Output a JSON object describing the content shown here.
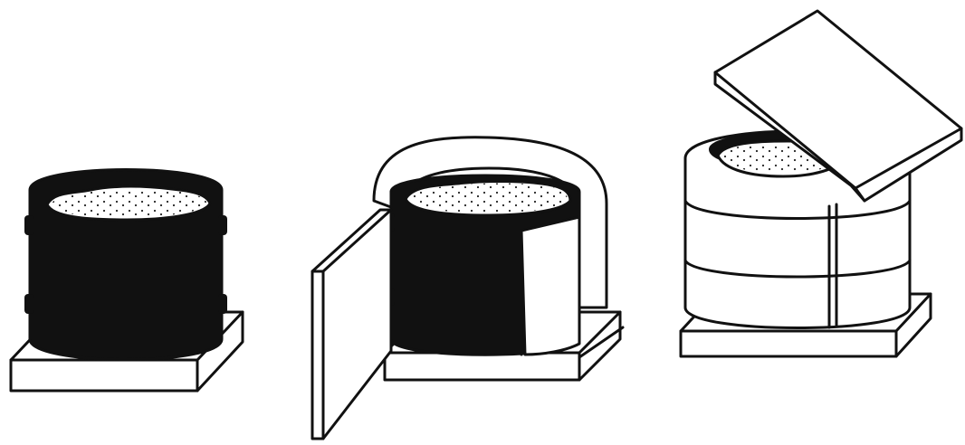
{
  "figure": {
    "panel_count": 3,
    "panels": [
      {
        "id": "kiln-closed-drum",
        "state": "bare dark drum on base slab"
      },
      {
        "id": "kiln-door-open",
        "state": "insulating wrap with door swung open"
      },
      {
        "id": "kiln-lid-open",
        "state": "fully wrapped drum with lid lifted"
      }
    ],
    "colors": {
      "ink": "#111111",
      "paper": "#ffffff",
      "drum": "#111111"
    }
  }
}
